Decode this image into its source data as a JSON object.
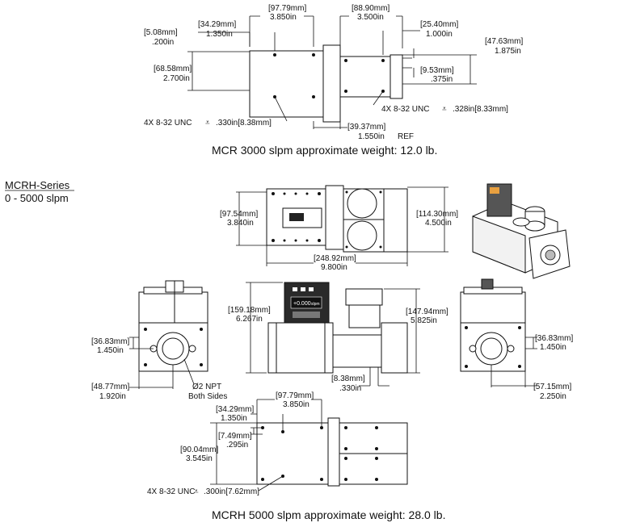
{
  "series": {
    "name": "MCRH-Series",
    "range": "0 - 5000 slpm"
  },
  "mcr3000": {
    "caption": "MCR 3000 slpm approximate weight: 12.0 lb.",
    "dims": {
      "w97": [
        "[97.79mm]",
        "3.850in"
      ],
      "w88": [
        "[88.90mm]",
        "3.500in"
      ],
      "w34": [
        "[34.29mm]",
        "1.350in"
      ],
      "w25": [
        "[25.40mm]",
        "1.000in"
      ],
      "w5": [
        "[5.08mm]",
        ".200in"
      ],
      "h47": [
        "[47.63mm]",
        "1.875in"
      ],
      "h68": [
        "[68.58mm]",
        "2.700in"
      ],
      "h9": [
        "[9.53mm]",
        ".375in"
      ],
      "w39": [
        "[39.37mm]",
        "1.550in",
        "REF"
      ]
    },
    "notes": {
      "left": "4X 8-32 UNC",
      "left_depth": ".330in[8.38mm]",
      "right": "4X 8-32 UNC",
      "right_depth": ".328in[8.33mm]"
    }
  },
  "mcrh5000": {
    "caption": "MCRH 5000 slpm approximate weight: 28.0 lb.",
    "top": {
      "h97": [
        "[97.54mm]",
        "3.840in"
      ],
      "h114": [
        "[114.30mm]",
        "4.500in"
      ],
      "w248": [
        "[248.92mm]",
        "9.800in"
      ]
    },
    "front": {
      "h159": [
        "[159.18mm]",
        "6.267in"
      ],
      "h147": [
        "[147.94mm]",
        "5.825in"
      ],
      "w8": [
        "[8.38mm]",
        ".330in"
      ],
      "display": [
        "+0.000",
        "slpm"
      ]
    },
    "left_end": {
      "h36": [
        "[36.83mm]",
        "1.450in"
      ],
      "w48": [
        "[48.77mm]",
        "1.920in"
      ],
      "port": [
        "Ø2 NPT",
        "Both Sides"
      ]
    },
    "right_end": {
      "h36": [
        "[36.83mm]",
        "1.450in"
      ],
      "w57": [
        "[57.15mm]",
        "2.250in"
      ]
    },
    "bottom": {
      "w97": [
        "[97.79mm]",
        "3.850in"
      ],
      "w34": [
        "[34.29mm]",
        "1.350in"
      ],
      "h7": [
        "[7.49mm]",
        ".295in"
      ],
      "h90": [
        "[90.04mm]",
        "3.545in"
      ],
      "note": "4X 8-32 UNC",
      "note_depth": ".300in[7.62mm]"
    }
  }
}
